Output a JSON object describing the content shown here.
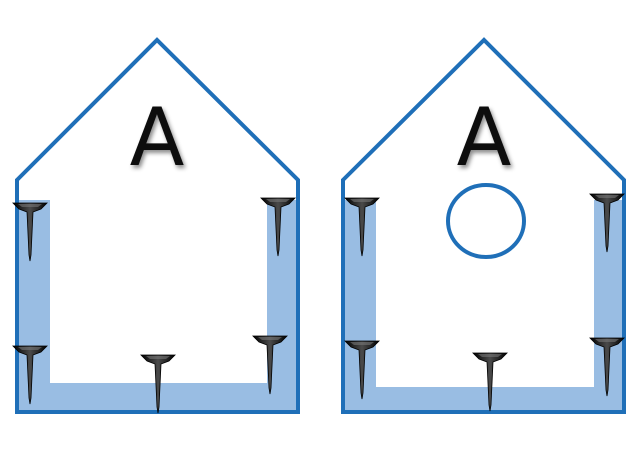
{
  "colors": {
    "outline": "#1f6fb8",
    "fill": "#99bde3",
    "screw": "#1a1a1a",
    "letter": "#111111"
  },
  "panels": [
    {
      "label": "A",
      "has_hole": false,
      "screw_count": 5
    },
    {
      "label": "A",
      "has_hole": true,
      "screw_count": 5
    }
  ]
}
